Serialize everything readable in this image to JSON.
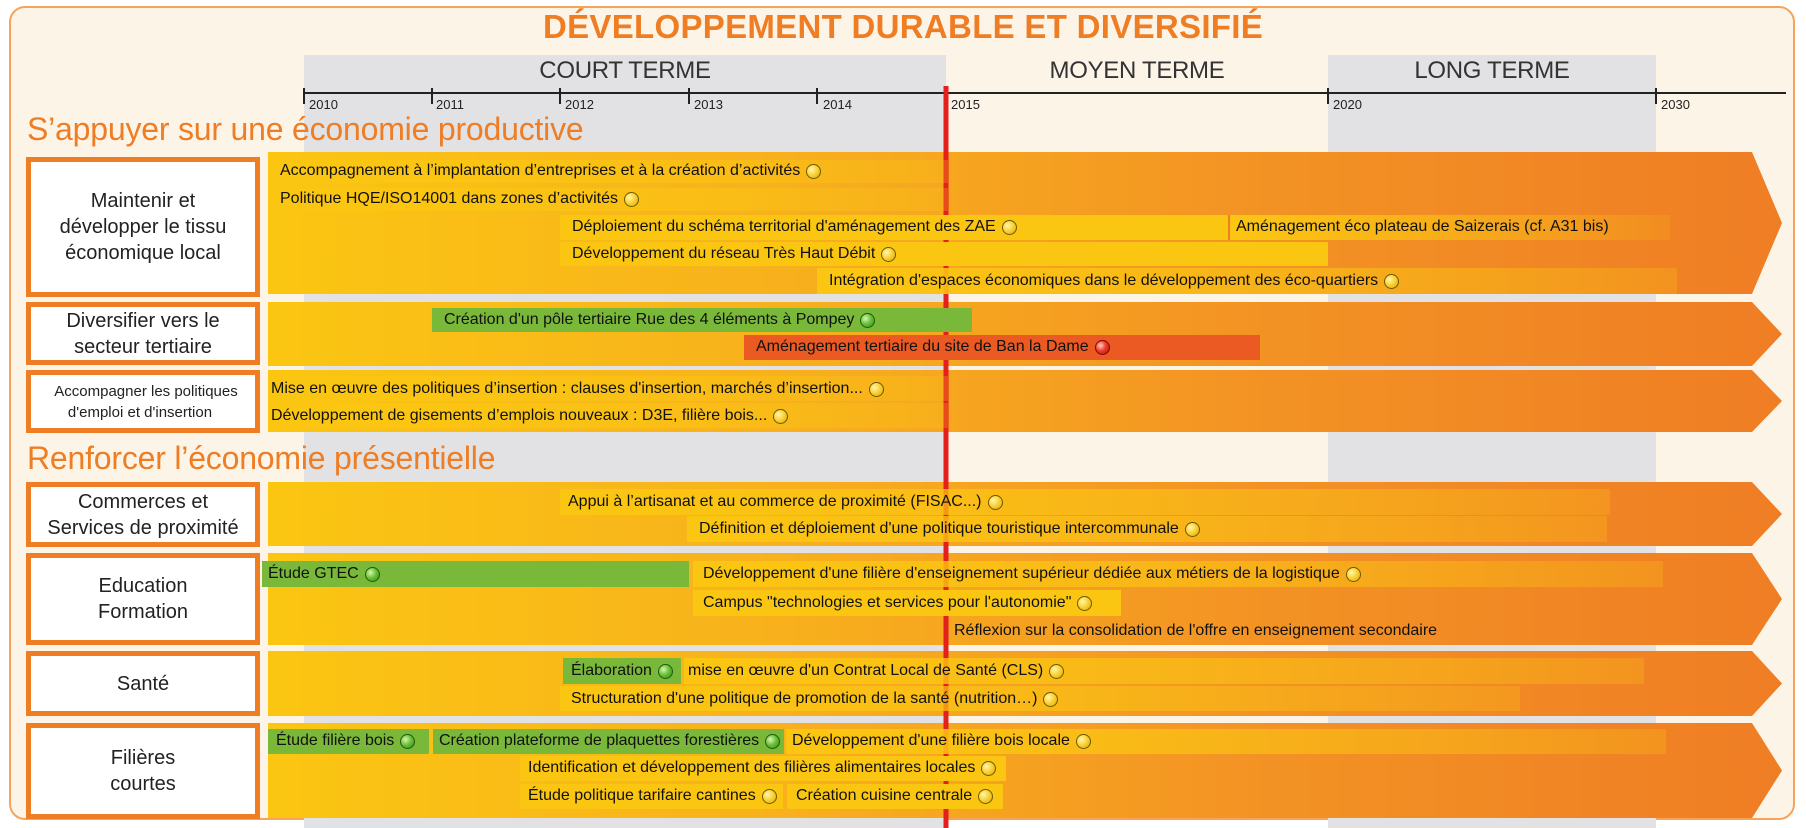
{
  "title": "DÉVELOPPEMENT DURABLE ET DIVERSIFIÉ",
  "periods": [
    {
      "label": "COURT TERME"
    },
    {
      "label": "MOYEN TERME"
    },
    {
      "label": "LONG TERME"
    }
  ],
  "years": [
    "2010",
    "2011",
    "2012",
    "2013",
    "2014",
    "2015",
    "2020",
    "2030"
  ],
  "sections": [
    {
      "title": "S’appuyer sur une économie productive"
    },
    {
      "title": "Renforcer l’économie présentielle"
    }
  ],
  "categories": [
    {
      "label": "Maintenir et développer le tissu économique local"
    },
    {
      "label": "Diversifier vers le secteur tertiaire"
    },
    {
      "label": "Accompagner les politiques d'emploi et d'insertion"
    },
    {
      "label": "Commerces et Services de proximité"
    },
    {
      "label": "Education Formation"
    },
    {
      "label": "Santé"
    },
    {
      "label": "Filières courtes"
    }
  ],
  "actions": [
    {
      "label": "Accompagnement à l’implantation d’entreprises et à la création d’activités",
      "status": "yellow"
    },
    {
      "label": "Politique HQE/ISO14001 dans zones d’activités",
      "status": "yellow"
    },
    {
      "label": "Déploiement du schéma territorial d'aménagement des ZAE",
      "status": "yellow"
    },
    {
      "label": "Aménagement éco plateau de Saizerais (cf. A31 bis)",
      "status": ""
    },
    {
      "label": "Développement du réseau Très Haut Débit",
      "status": "yellow"
    },
    {
      "label": "Intégration d'espaces économiques dans le développement des éco-quartiers",
      "status": "yellow"
    },
    {
      "label": "Création d'un pôle tertiaire Rue des 4 éléments à Pompey",
      "status": "green"
    },
    {
      "label": "Aménagement tertiaire du site de Ban la Dame",
      "status": "red"
    },
    {
      "label": "Mise en œuvre des politiques d’insertion : clauses d'insertion, marchés d’insertion...",
      "status": "yellow"
    },
    {
      "label": "Développement de gisements d’emplois nouveaux : D3E, filière bois...",
      "status": "yellow"
    },
    {
      "label": "Appui à l’artisanat et au commerce de proximité (FISAC...)",
      "status": "yellow"
    },
    {
      "label": "Définition et déploiement d'une politique touristique intercommunale",
      "status": "yellow"
    },
    {
      "label": "Étude GTEC",
      "status": "green"
    },
    {
      "label": "Développement d'une filière d'enseignement supérieur dédiée aux métiers de la logistique",
      "status": "yellow"
    },
    {
      "label": "Campus \"technologies et services pour l'autonomie\"",
      "status": "yellow"
    },
    {
      "label": "Réflexion sur la consolidation de l'offre en enseignement secondaire",
      "status": ""
    },
    {
      "label": "Élaboration",
      "status": "green"
    },
    {
      "label": "mise en œuvre d'un Contrat Local de Santé (CLS)",
      "status": "yellow"
    },
    {
      "label": "Structuration  d'une politique de promotion de la santé (nutrition…)",
      "status": "yellow"
    },
    {
      "label": "Étude filière bois",
      "status": "green"
    },
    {
      "label": "Création plateforme de plaquettes forestières",
      "status": "green"
    },
    {
      "label": "Développement d'une filière bois locale",
      "status": "yellow"
    },
    {
      "label": "Identification et développement des filières alimentaires locales",
      "status": "yellow"
    },
    {
      "label": "Étude politique tarifaire cantines",
      "status": "yellow"
    },
    {
      "label": "Création cuisine centrale",
      "status": "yellow"
    }
  ],
  "colors": {
    "orange": "#ef7d24",
    "yellow": "#fbc612",
    "green": "#7ab83a",
    "red": "#ec5a24",
    "today_line": "#e3201b"
  }
}
